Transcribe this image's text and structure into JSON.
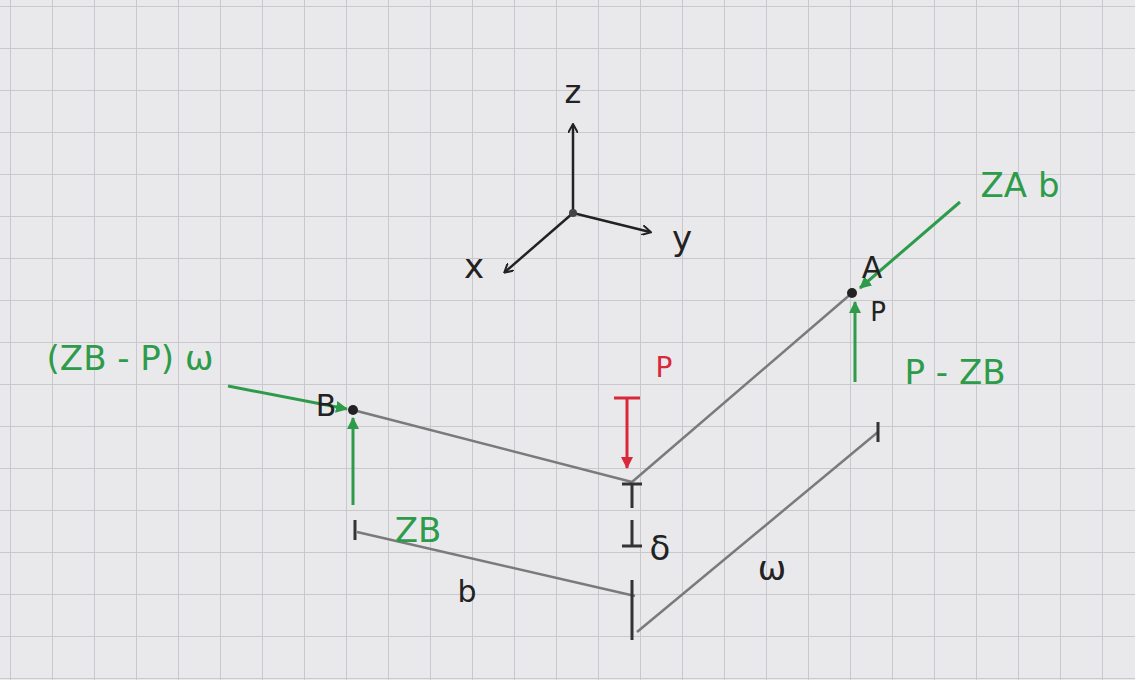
{
  "diagram": {
    "labels": [
      "z",
      "x",
      "y",
      "ZA b",
      "A",
      "P",
      "P - ZB",
      "P",
      "(ZB - P) ω",
      "B",
      "ZB",
      "δ",
      "b",
      "ω"
    ]
  }
}
